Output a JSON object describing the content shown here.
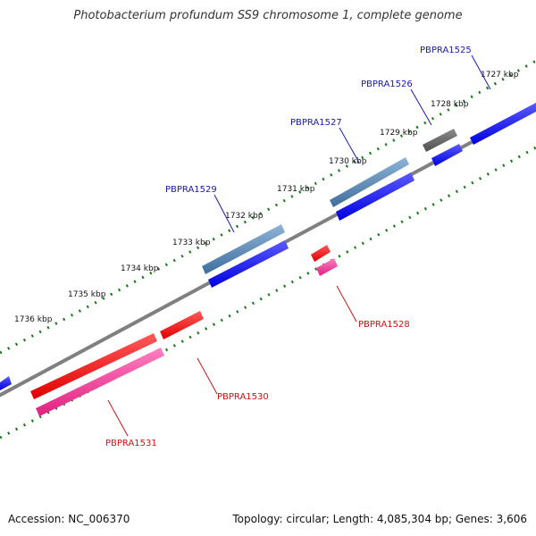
{
  "title": "Photobacterium profundum SS9 chromosome 1, complete genome",
  "accession_text": "Accession: NC_006370",
  "summary_text": "Topology: circular; Length: 4,085,304 bp; Genes: 3,606",
  "colors": {
    "backbone": "#808080",
    "ticks": "#1a7a1a",
    "label_forward": "#1a1aa8",
    "label_reverse": "#c81414",
    "cds_forward": "#0000ff",
    "gene_forward": "#4682b4",
    "cds_reverse": "#ff0000",
    "gene_reverse": "#ff3399",
    "other_gene": "#606060"
  },
  "kbp_labels": [
    "1727 kbp",
    "1728 kbp",
    "1729 kbp",
    "1730 kbp",
    "1731 kbp",
    "1732 kbp",
    "1733 kbp",
    "1734 kbp",
    "1735 kbp",
    "1736 kbp"
  ],
  "gene_labels": [
    {
      "name": "PBPRA1525",
      "strand": "forward"
    },
    {
      "name": "PBPRA1526",
      "strand": "forward"
    },
    {
      "name": "PBPRA1527",
      "strand": "forward"
    },
    {
      "name": "PBPRA1529",
      "strand": "forward"
    },
    {
      "name": "PBPRA1528",
      "strand": "reverse"
    },
    {
      "name": "PBPRA1530",
      "strand": "reverse"
    },
    {
      "name": "PBPRA1531",
      "strand": "reverse"
    }
  ]
}
